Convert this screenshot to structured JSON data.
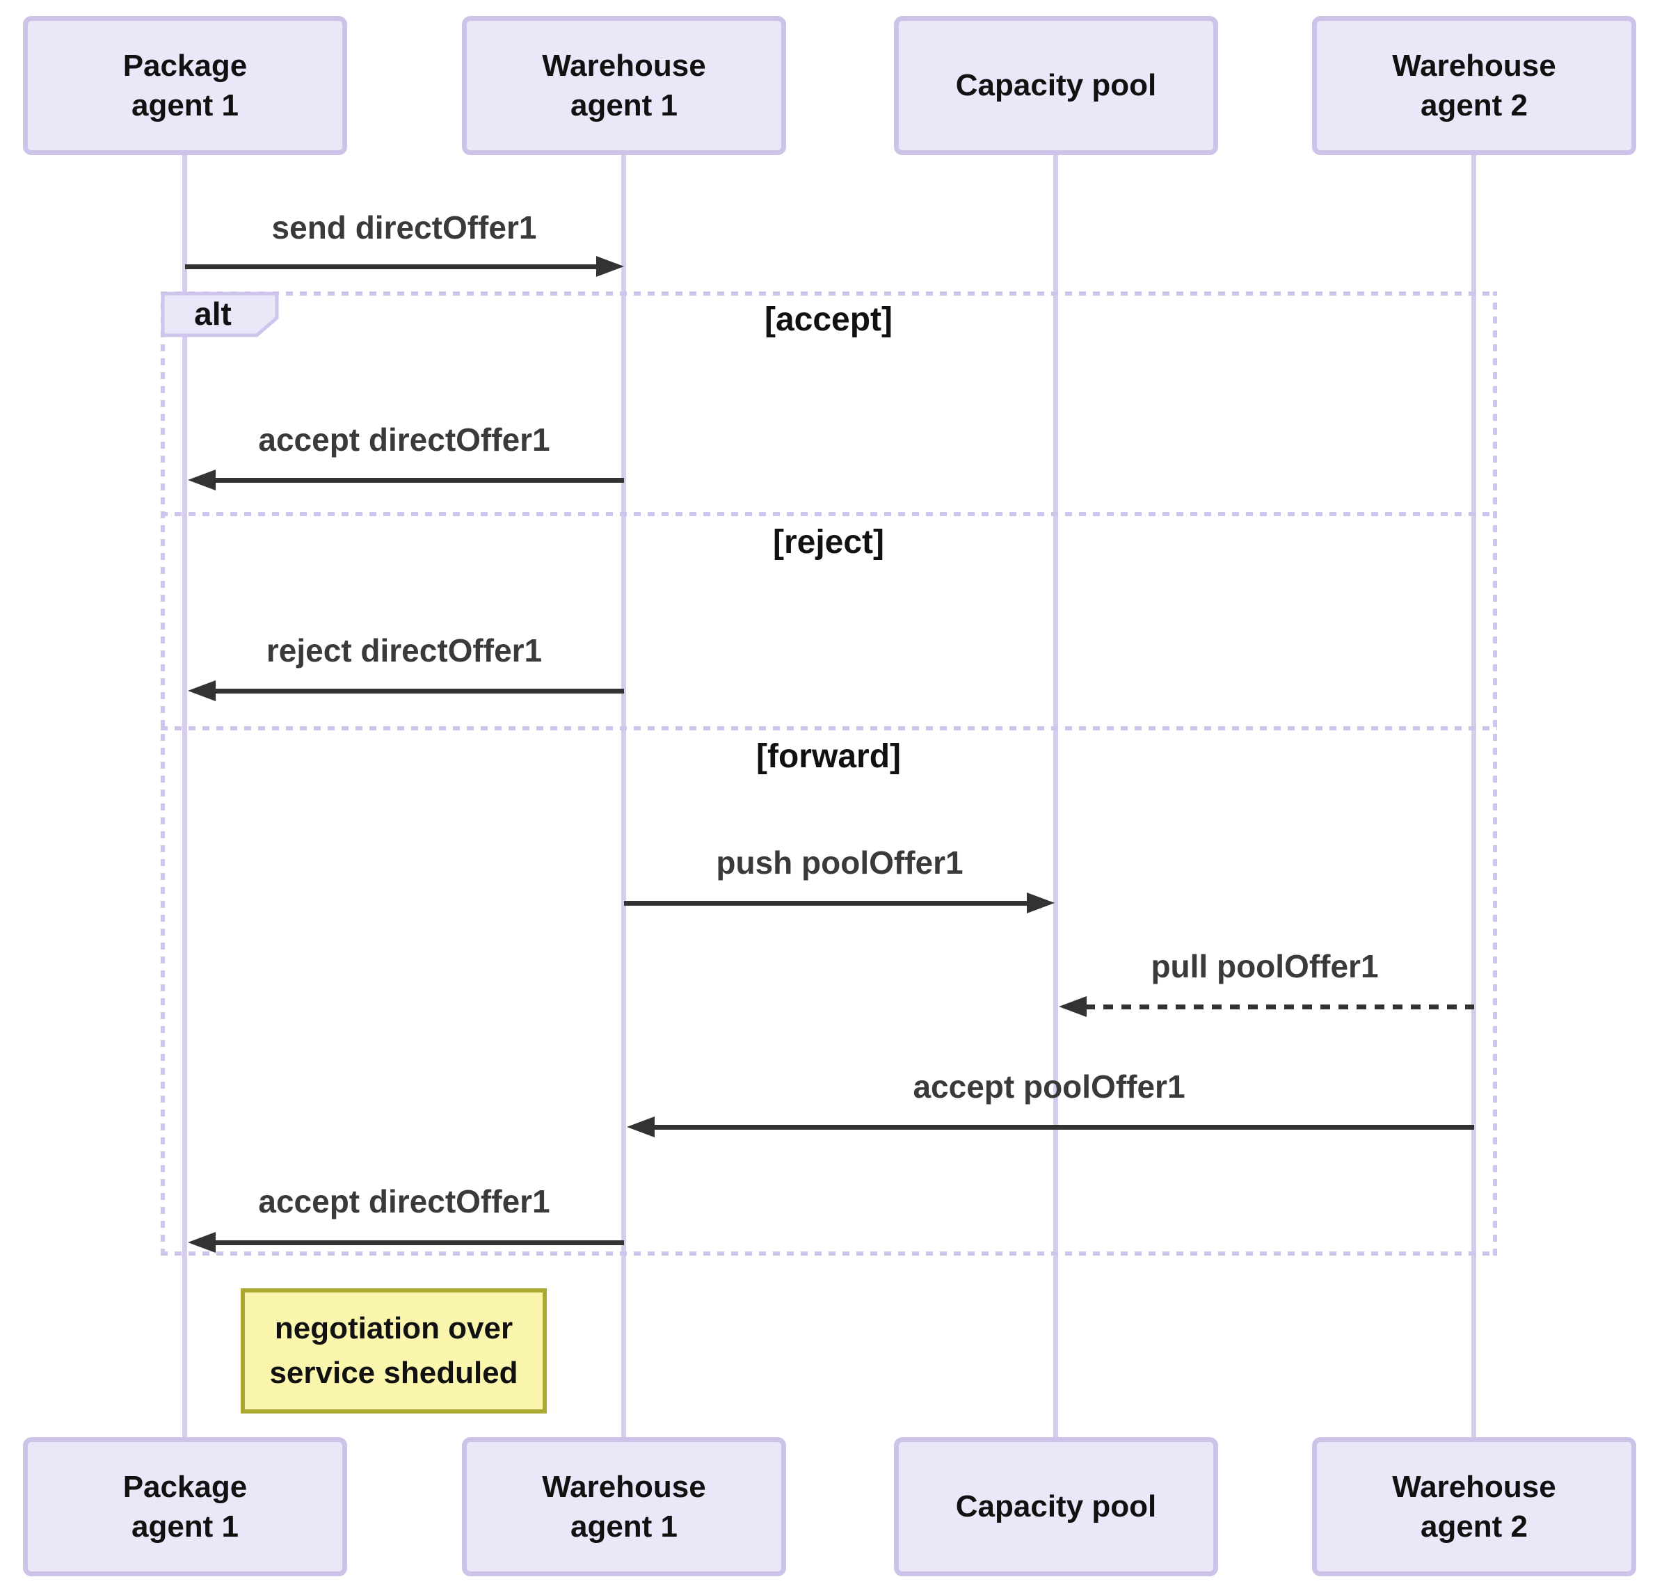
{
  "participants": [
    {
      "label": "Package\nagent 1"
    },
    {
      "label": "Warehouse\nagent 1"
    },
    {
      "label": "Capacity pool"
    },
    {
      "label": "Warehouse\nagent 2"
    }
  ],
  "alt": {
    "operator": "alt",
    "branches": [
      {
        "guard": "[accept]"
      },
      {
        "guard": "[reject]"
      },
      {
        "guard": "[forward]"
      }
    ]
  },
  "messages": [
    {
      "label": "send directOffer1",
      "from": "Package agent 1",
      "to": "Warehouse agent 1",
      "style": "solid"
    },
    {
      "label": "accept directOffer1",
      "from": "Warehouse agent 1",
      "to": "Package agent 1",
      "style": "solid",
      "branch": "[accept]"
    },
    {
      "label": "reject directOffer1",
      "from": "Warehouse agent 1",
      "to": "Package agent 1",
      "style": "solid",
      "branch": "[reject]"
    },
    {
      "label": "push poolOffer1",
      "from": "Warehouse agent 1",
      "to": "Capacity pool",
      "style": "solid",
      "branch": "[forward]"
    },
    {
      "label": "pull poolOffer1",
      "from": "Warehouse agent 2",
      "to": "Capacity pool",
      "style": "dashed",
      "branch": "[forward]"
    },
    {
      "label": "accept poolOffer1",
      "from": "Warehouse agent 2",
      "to": "Warehouse agent 1",
      "style": "solid",
      "branch": "[forward]"
    },
    {
      "label": "accept directOffer1",
      "from": "Warehouse agent 1",
      "to": "Package agent 1",
      "style": "solid",
      "branch": "[forward]"
    }
  ],
  "note": {
    "text": "negotiation over\nservice sheduled"
  },
  "colors": {
    "background": "#ffffff",
    "actor_fill": "#e9e7f8",
    "actor_border": "#cdc3e9",
    "lifeline": "#d6ccec",
    "frame_border": "#cfc5ec",
    "arrow": "#333333",
    "message_text": "#3a3a3a",
    "text": "#111111",
    "note_fill": "#fbf6ad",
    "note_border": "#aaaa33"
  }
}
